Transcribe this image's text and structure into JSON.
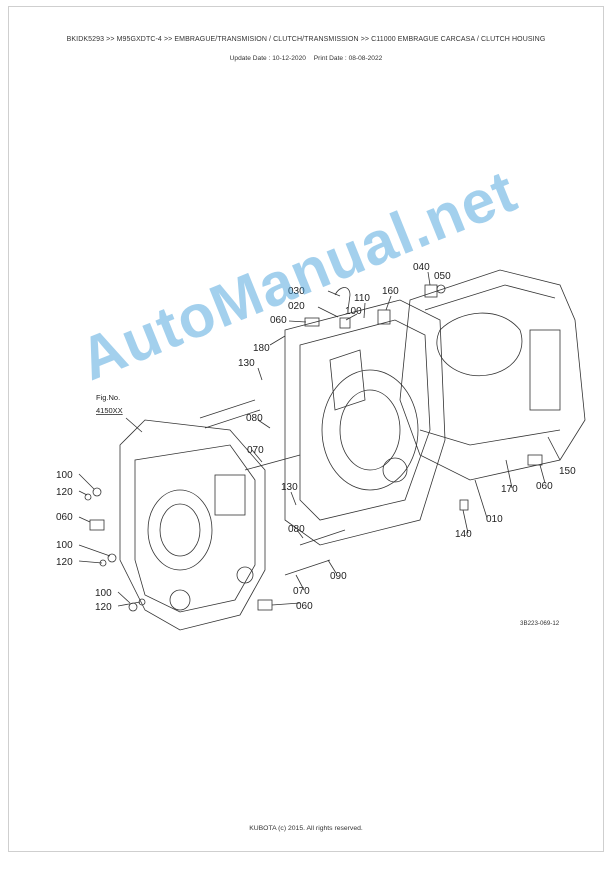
{
  "header": {
    "breadcrumb": "BKIDK5293 >> M95GXDTC-4 >> EMBRAGUE/TRANSMISION / CLUTCH/TRANSMISSION >> C11000   EMBRAGUE CARCASA / CLUTCH HOUSING",
    "update_date": "Update Date : 10-12-2020",
    "print_date": "Print Date : 08-08-2022"
  },
  "diagram": {
    "fig_label_line1": "Fig.No.",
    "fig_label_line2": "4150XX",
    "figure_id": "3B223-069-12",
    "callouts": {
      "c030": "030",
      "c020": "020",
      "c060a": "060",
      "c110": "110",
      "c100a": "100",
      "c160": "160",
      "c040": "040",
      "c050": "050",
      "c180": "180",
      "c130a": "130",
      "c080a": "080",
      "c070a": "070",
      "c150": "150",
      "c170": "170",
      "c060b": "060",
      "c010": "010",
      "c140": "140",
      "c130b": "130",
      "c080b": "080",
      "c090": "090",
      "c070b": "070",
      "c060c": "060",
      "c100b": "100",
      "c120a": "120",
      "c060d": "060",
      "c100c": "100",
      "c120b": "120",
      "c100d": "100",
      "c120c": "120"
    }
  },
  "watermark": "AutoManual.net",
  "footer": "KUBOTA (c) 2015. All rights reserved.",
  "colors": {
    "watermark": "#3496d7",
    "line": "#333333"
  }
}
